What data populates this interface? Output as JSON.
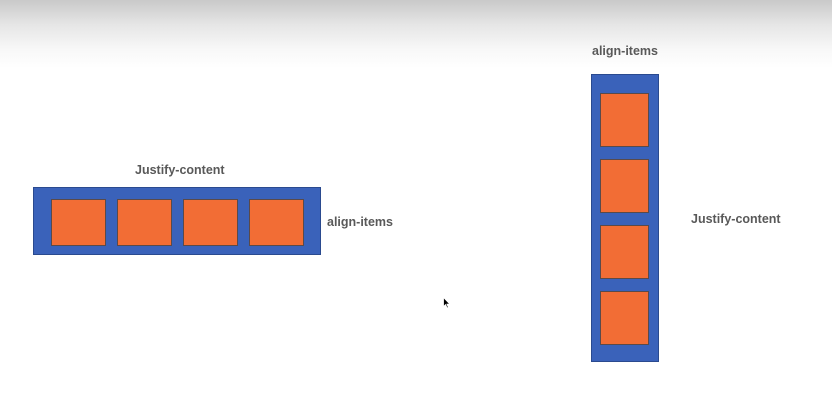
{
  "row_diagram": {
    "top_label": "Justify-content",
    "side_label": "align-items",
    "item_count": 4
  },
  "column_diagram": {
    "top_label": "align-items",
    "side_label": "Justify-content",
    "item_count": 4
  },
  "colors": {
    "container": "#3a62ba",
    "item": "#f26d35",
    "label": "#595959"
  }
}
